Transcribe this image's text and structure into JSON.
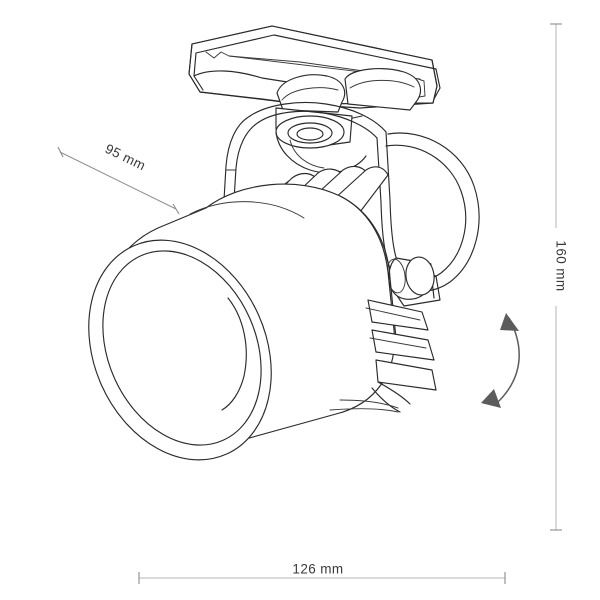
{
  "drawing": {
    "title": "Track Spotlight Dimensional Drawing",
    "subject": "ceiling track-mounted cylindrical spotlight",
    "background_color": "#ffffff",
    "line_color": "#2b2b2b",
    "dimension_line_color": "#b4b4b4",
    "text_color": "#3a3a3a",
    "arrow_color": "#5c5c5c"
  },
  "dimensions": {
    "depth": {
      "label": "95 mm",
      "orientation": "diagonal-leader",
      "name": "depth-dimension"
    },
    "height": {
      "label": "160 mm",
      "orientation": "vertical-right",
      "name": "height-dimension"
    },
    "width": {
      "label": "126 mm",
      "orientation": "horizontal-bottom",
      "name": "width-dimension"
    }
  },
  "annotations": {
    "rotation_arrow": {
      "name": "tilt-rotation-arrow",
      "description": "double-headed curved arrow indicating head tilt range"
    }
  }
}
